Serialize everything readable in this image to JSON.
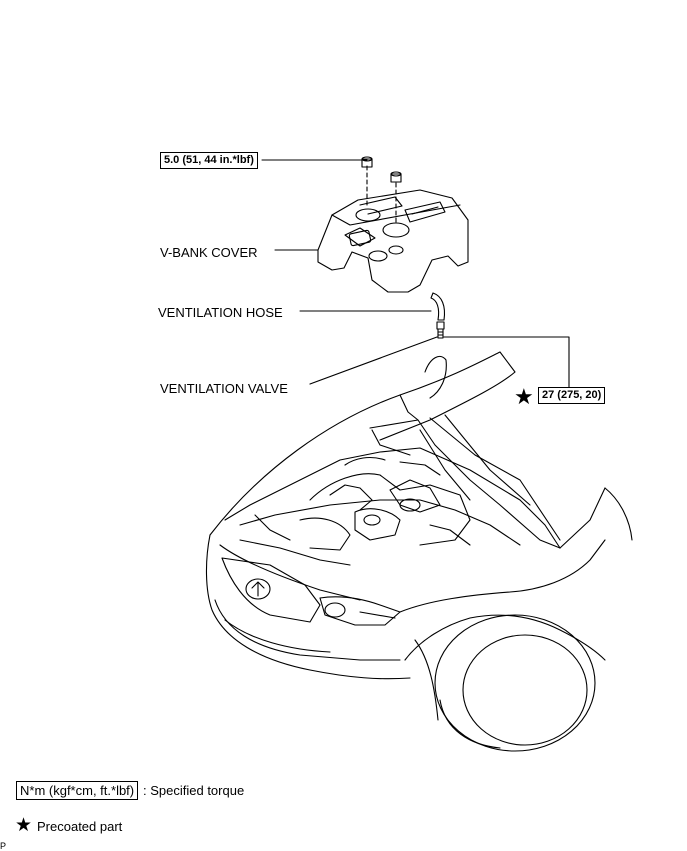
{
  "labels": {
    "v_bank_cover": "V-BANK COVER",
    "ventilation_hose": "VENTILATION HOSE",
    "ventilation_valve": "VENTILATION VALVE"
  },
  "torques": {
    "cover_nut": "5.0 (51, 44 in.*lbf)",
    "valve": "27 (275, 20)"
  },
  "legend": {
    "torque_box": "N*m (kgf*cm, ft.*lbf)",
    "torque_text": ": Specified torque",
    "precoat_text": "Precoated part",
    "star_glyph": "★"
  },
  "corner_mark": "P"
}
